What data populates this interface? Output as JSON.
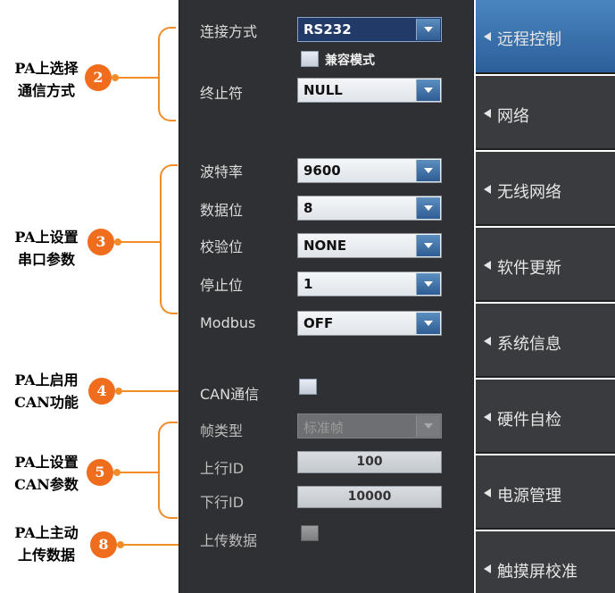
{
  "settings": {
    "connect_mode": {
      "label": "连接方式",
      "value": "RS232"
    },
    "compat_mode": {
      "label": "兼容模式"
    },
    "terminator": {
      "label": "终止符",
      "value": "NULL"
    },
    "baud_rate": {
      "label": "波特率",
      "value": "9600"
    },
    "data_bits": {
      "label": "数据位",
      "value": "8"
    },
    "parity": {
      "label": "校验位",
      "value": "NONE"
    },
    "stop_bits": {
      "label": "停止位",
      "value": "1"
    },
    "modbus": {
      "label": "Modbus",
      "value": "OFF"
    },
    "can_comm": {
      "label": "CAN通信"
    },
    "frame_type": {
      "label": "帧类型",
      "value": "标准帧"
    },
    "upload_id": {
      "label": "上行ID",
      "value": "100"
    },
    "download_id": {
      "label": "下行ID",
      "value": "10000"
    },
    "upload_data": {
      "label": "上传数据"
    }
  },
  "nav": [
    {
      "label": "远程控制",
      "active": true
    },
    {
      "label": "网络"
    },
    {
      "label": "无线网络"
    },
    {
      "label": "软件更新"
    },
    {
      "label": "系统信息"
    },
    {
      "label": "硬件自检"
    },
    {
      "label": "电源管理"
    },
    {
      "label": "触摸屏校准"
    }
  ],
  "annotations": [
    {
      "number": "2",
      "line1": "PA上选择",
      "line2": "通信方式"
    },
    {
      "number": "3",
      "line1": "PA上设置",
      "line2": "串口参数"
    },
    {
      "number": "4",
      "line1": "PA上启用",
      "line2": "CAN功能"
    },
    {
      "number": "5",
      "line1": "PA上设置",
      "line2": "CAN参数"
    },
    {
      "number": "8",
      "line1": "PA上主动",
      "line2": "上传数据"
    }
  ],
  "colors": {
    "annotation": "#f28c28",
    "panel": "#2f3033",
    "nav_active": "#3a72ad"
  }
}
